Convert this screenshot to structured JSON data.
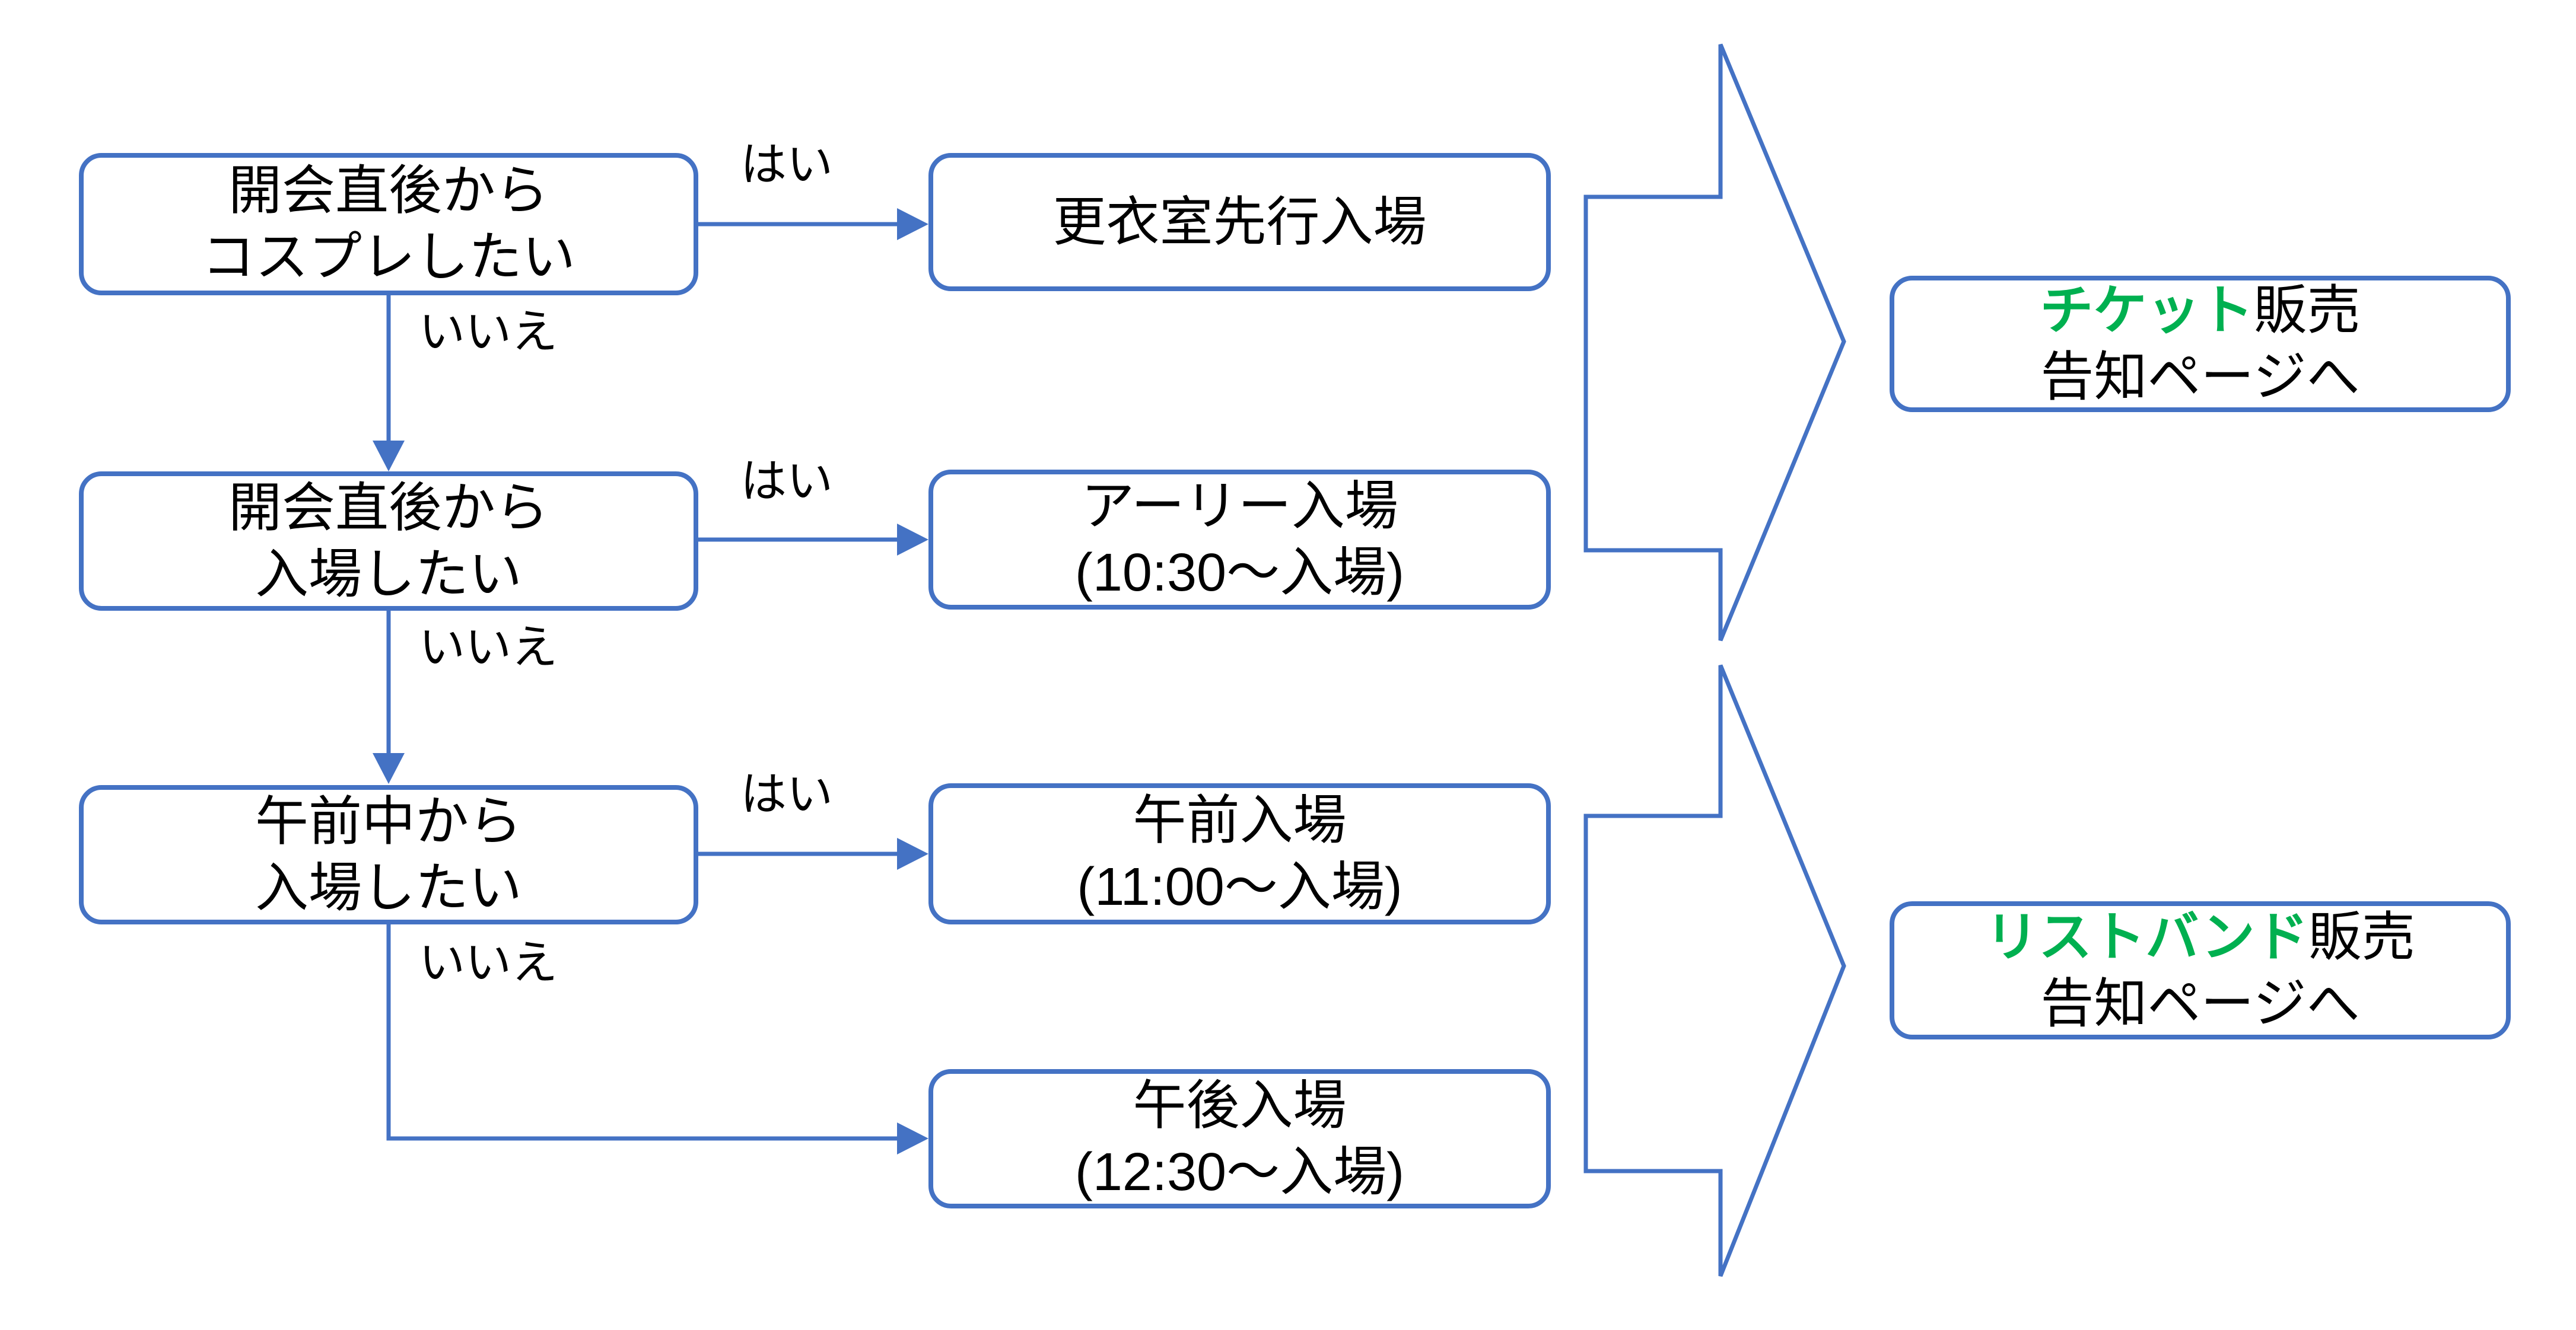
{
  "diagram": {
    "title": "entrance-decision-flowchart",
    "colors": {
      "blue": "#4472C4",
      "green": "#00B050",
      "ink": "#000000",
      "background": "#FFFFFF"
    },
    "yes_label": "はい",
    "no_label": "いいえ",
    "questions": [
      {
        "line1": "開会直後から",
        "line2": "コスプレしたい"
      },
      {
        "line1": "開会直後から",
        "line2": "入場したい"
      },
      {
        "line1": "午前中から",
        "line2": "入場したい"
      }
    ],
    "outcomes": [
      {
        "line1": "更衣室先行入場"
      },
      {
        "line1": "アーリー入場",
        "line2": "(10:30〜入場)"
      },
      {
        "line1": "午前入場",
        "line2": "(11:00〜入場)"
      },
      {
        "line1": "午後入場",
        "line2": "(12:30〜入場)"
      }
    ],
    "results": [
      {
        "highlight": "チケット",
        "suffix": "販売",
        "line2": "告知ページへ"
      },
      {
        "highlight": "リストバンド",
        "suffix": "販売",
        "line2": "告知ページへ"
      }
    ]
  }
}
